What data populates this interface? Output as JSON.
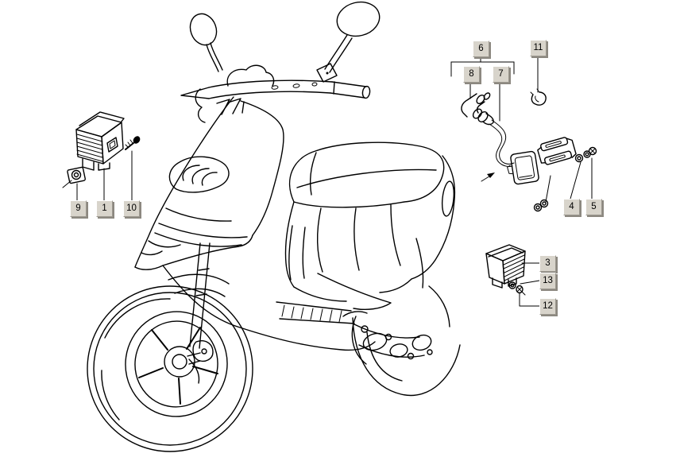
{
  "diagram": {
    "description": "scooter-electrical-parts-exploded-diagram",
    "callouts": [
      {
        "num": "9",
        "target": "clip-nut"
      },
      {
        "num": "1",
        "target": "voltage-regulator-front"
      },
      {
        "num": "10",
        "target": "regulator-screw"
      },
      {
        "num": "6",
        "target": "spark-plug-cap-assembly"
      },
      {
        "num": "8",
        "target": "spark-plug-cap"
      },
      {
        "num": "7",
        "target": "ht-lead-with-cdi"
      },
      {
        "num": "11",
        "target": "cable-clamp"
      },
      {
        "num": "4",
        "target": "bracket-washer"
      },
      {
        "num": "5",
        "target": "bracket-nut"
      },
      {
        "num": "3",
        "target": "voltage-regulator-rear"
      },
      {
        "num": "13",
        "target": "washer"
      },
      {
        "num": "12",
        "target": "screw"
      }
    ],
    "colors": {
      "background": "#ffffff",
      "line": "#000000",
      "label_face": "#d8d4cb",
      "label_border_dark": "#9b978e",
      "label_highlight": "#ffffff",
      "label_shadow": "#8c8880",
      "label_text": "#000000"
    }
  }
}
